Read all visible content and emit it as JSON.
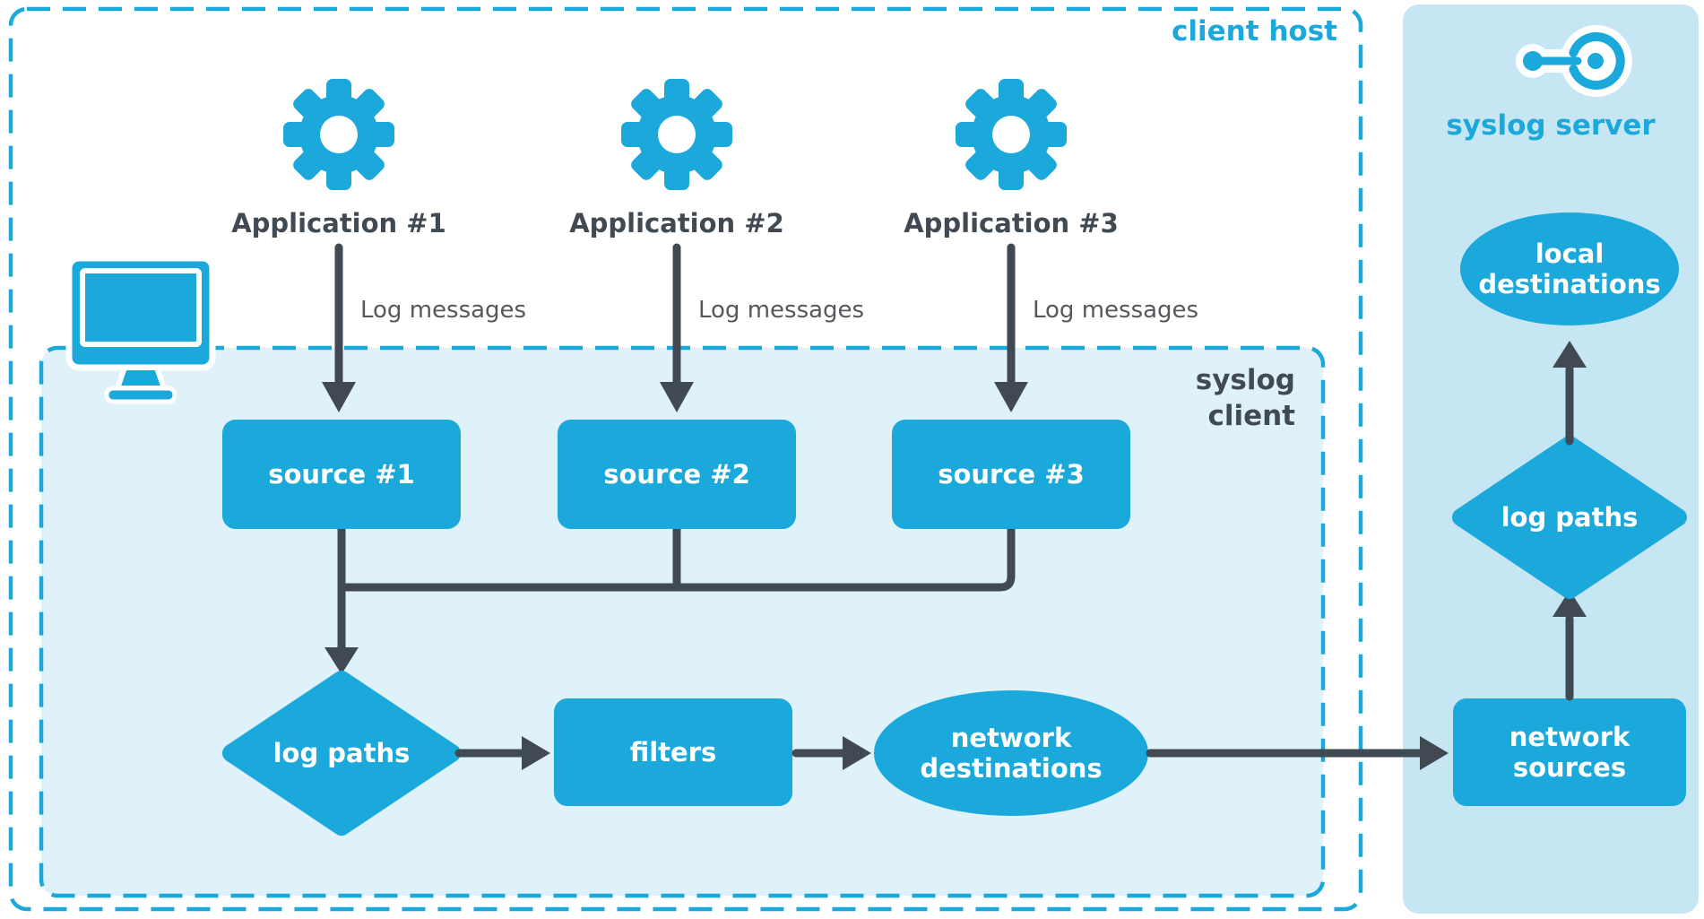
{
  "colors": {
    "accent": "#1BA8DB",
    "arrow_dark": "#414A52",
    "gray_text": "#55585C",
    "client_box_bg": "#DFF1F9",
    "server_panel_bg": "#C7E6F4"
  },
  "client_host": {
    "label": "client host",
    "applications": [
      {
        "label": "Application #1",
        "arrow_label": "Log messages"
      },
      {
        "label": "Application #2",
        "arrow_label": "Log messages"
      },
      {
        "label": "Application #3",
        "arrow_label": "Log messages"
      }
    ],
    "syslog_client": {
      "label": "syslog\nclient",
      "sources": [
        {
          "label": "source #1"
        },
        {
          "label": "source #2"
        },
        {
          "label": "source #3"
        }
      ],
      "log_paths_label": "log paths",
      "filters_label": "filters",
      "network_destinations_label": "network\ndestinations"
    }
  },
  "syslog_server": {
    "label": "syslog server",
    "local_destinations_label": "local\ndestinations",
    "log_paths_label": "log paths",
    "network_sources_label": "network\nsources"
  }
}
